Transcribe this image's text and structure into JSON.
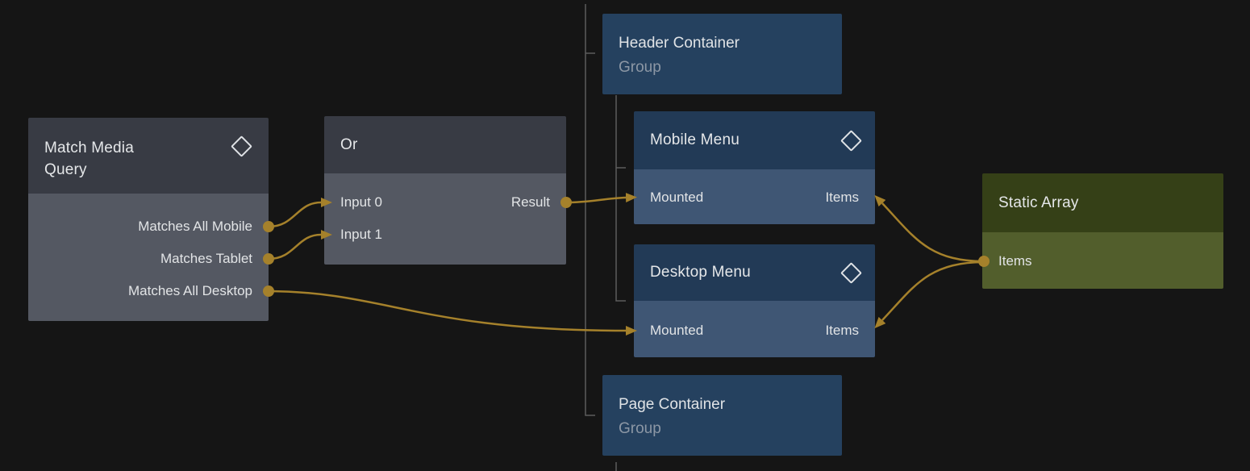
{
  "canvas": {
    "background": "#151515",
    "colors": {
      "wire": "#a5812b",
      "tree_line": "#5d5d5d",
      "logic_node_header": "#383b44",
      "logic_node_body": "#545862",
      "element_node_header": "#223a56",
      "element_node_body": "#3f5674",
      "group_node_fill": "#25415f",
      "data_node_header": "#354017",
      "data_node_body": "#525e2c",
      "title_text": "#e5e7e9",
      "port_text": "#e2e4e6",
      "subtitle_text": "#8c97a5"
    }
  },
  "nodes": {
    "match_media_query": {
      "title": "Match Media Query",
      "icon": "diamond-icon",
      "outputs": [
        "Matches All Mobile",
        "Matches Tablet",
        "Matches All Desktop"
      ]
    },
    "or_node": {
      "title": "Or",
      "inputs": [
        "Input 0",
        "Input 1"
      ],
      "output": "Result"
    },
    "header_container": {
      "title": "Header Container",
      "subtitle": "Group"
    },
    "mobile_menu": {
      "title": "Mobile Menu",
      "icon": "diamond-icon",
      "input_left": "Mounted",
      "input_right": "Items"
    },
    "desktop_menu": {
      "title": "Desktop Menu",
      "icon": "diamond-icon",
      "input_left": "Mounted",
      "input_right": "Items"
    },
    "static_array": {
      "title": "Static Array",
      "output": "Items"
    },
    "page_container": {
      "title": "Page Container",
      "subtitle": "Group"
    }
  },
  "connections": [
    {
      "from": "Match Media Query / Matches All Mobile",
      "to": "Or / Input 0"
    },
    {
      "from": "Match Media Query / Matches Tablet",
      "to": "Or / Input 1"
    },
    {
      "from": "Match Media Query / Matches All Desktop",
      "to": "Desktop Menu / Mounted"
    },
    {
      "from": "Or / Result",
      "to": "Mobile Menu / Mounted"
    },
    {
      "from": "Static Array / Items",
      "to": "Mobile Menu / Items"
    },
    {
      "from": "Static Array / Items",
      "to": "Desktop Menu / Items"
    }
  ]
}
